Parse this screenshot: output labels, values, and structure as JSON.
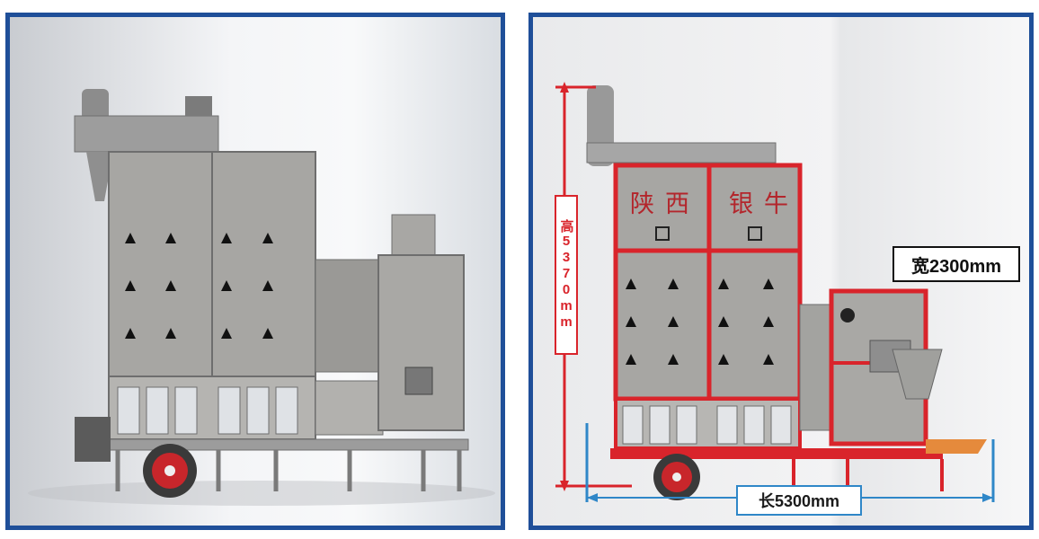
{
  "right_panel": {
    "height_label": "高5370mm",
    "width_label": "宽2300mm",
    "length_label": "长5300mm",
    "brand_left": "陕西",
    "brand_right": "银牛"
  },
  "colors": {
    "frame_border": "#1f4f99",
    "dimension_red": "#d9242b",
    "dimension_blue": "#2f87c8",
    "machine_grey": "#a4a3a1"
  }
}
